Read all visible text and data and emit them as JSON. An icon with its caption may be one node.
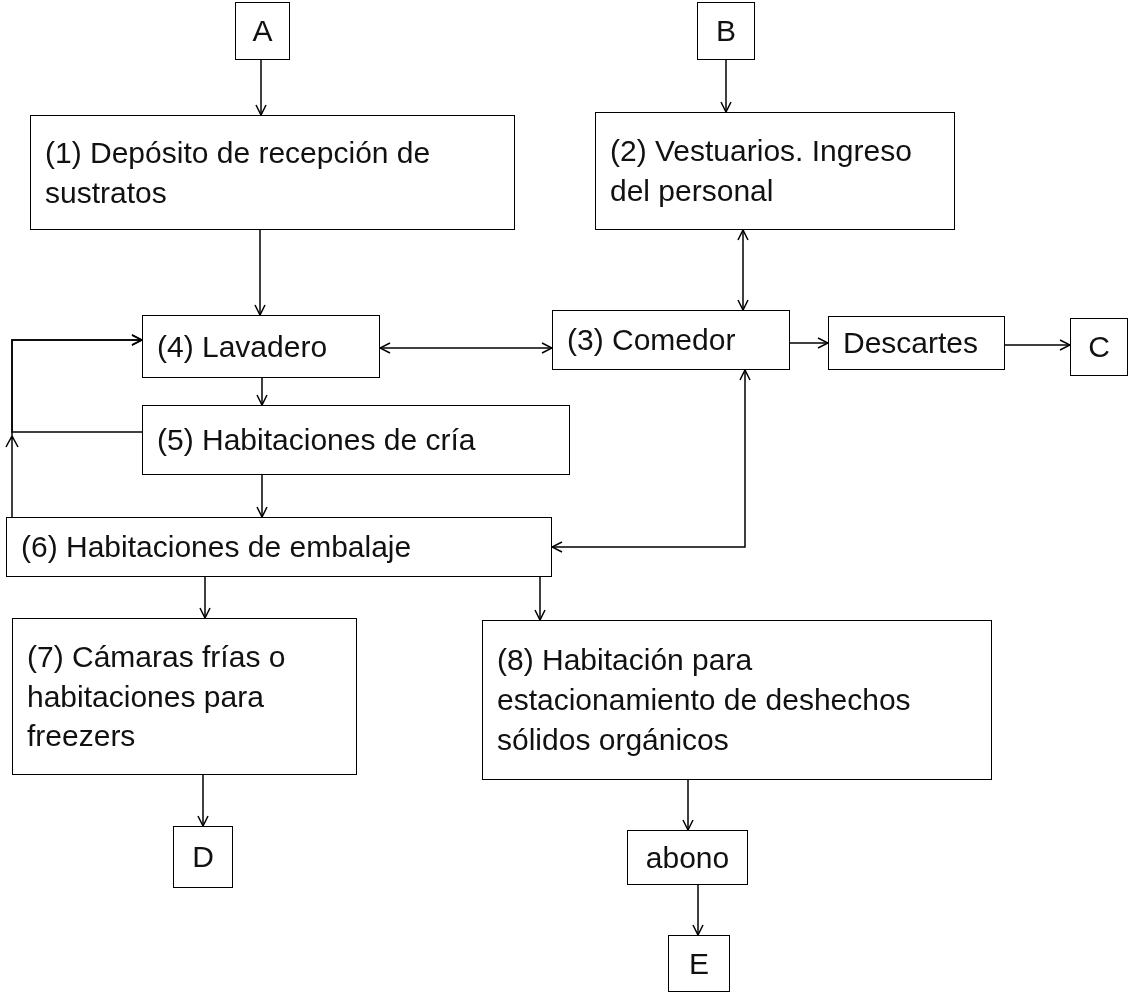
{
  "diagram": {
    "nodes": [
      {
        "text": [
          "A"
        ]
      },
      {
        "text": [
          "B"
        ]
      },
      {
        "text": [
          "(1) Depósito de recepción de sustratos"
        ]
      },
      {
        "text": [
          "(2) Vestuarios. Ingreso del personal"
        ]
      },
      {
        "text": [
          "(4) Lavadero"
        ]
      },
      {
        "text": [
          "(3) Comedor"
        ]
      },
      {
        "text": [
          "Descartes"
        ]
      },
      {
        "text": [
          "C"
        ]
      },
      {
        "text": [
          "(5) Habitaciones de cría"
        ]
      },
      {
        "text": [
          "(6) Habitaciones de embalaje"
        ]
      },
      {
        "text": [
          "(7) Cámaras frías o habitaciones para freezers"
        ]
      },
      {
        "text": [
          "(8) Habitación para estacionamiento de deshechos sólidos orgánicos"
        ]
      },
      {
        "text": [
          "D"
        ]
      },
      {
        "text": [
          "abono"
        ]
      },
      {
        "text": [
          "E"
        ]
      }
    ],
    "edges": [
      {
        "from": 0,
        "to": 2,
        "arrow": "to"
      },
      {
        "from": 1,
        "to": 3,
        "arrow": "to"
      },
      {
        "from": 2,
        "to": 4,
        "arrow": "to"
      },
      {
        "from": 3,
        "to": 5,
        "arrow": "both"
      },
      {
        "from": 4,
        "to": 5,
        "arrow": "both"
      },
      {
        "from": 5,
        "to": 6,
        "arrow": "to"
      },
      {
        "from": 6,
        "to": 7,
        "arrow": "to"
      },
      {
        "from": 8,
        "to": 4,
        "arrow": "to"
      },
      {
        "from": 9,
        "to": 4,
        "arrow": "to"
      },
      {
        "from": 4,
        "to": 8,
        "arrow": "to"
      },
      {
        "from": 8,
        "to": 9,
        "arrow": "to"
      },
      {
        "from": 5,
        "to": 9,
        "arrow": "both"
      },
      {
        "from": 9,
        "to": 10,
        "arrow": "to"
      },
      {
        "from": 9,
        "to": 11,
        "arrow": "to"
      },
      {
        "from": 10,
        "to": 12,
        "arrow": "to"
      },
      {
        "from": 11,
        "to": 13,
        "arrow": "to"
      },
      {
        "from": 13,
        "to": 14,
        "arrow": "to"
      }
    ]
  }
}
